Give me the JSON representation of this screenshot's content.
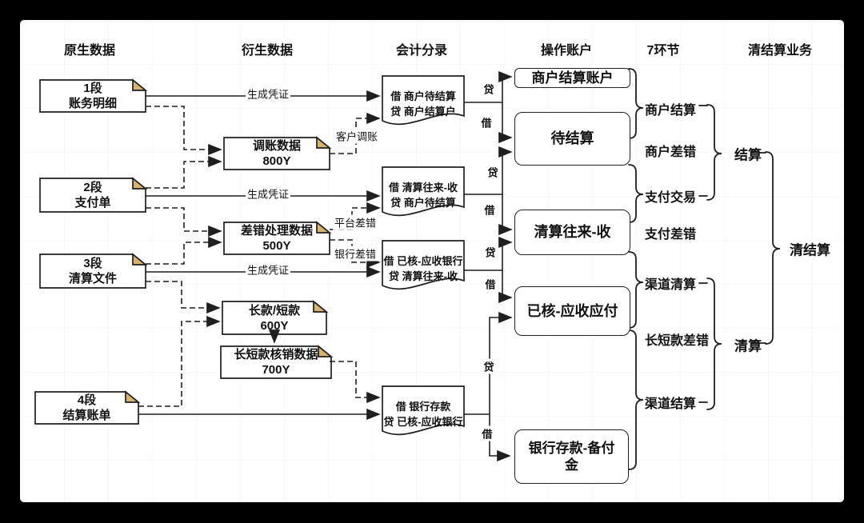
{
  "headers": [
    "原生数据",
    "衍生数据",
    "会计分录",
    "操作账户",
    "7环节",
    "清结算业务"
  ],
  "source_docs": [
    {
      "line1": "1段",
      "line2": "账务明细"
    },
    {
      "line1": "2段",
      "line2": "支付单"
    },
    {
      "line1": "3段",
      "line2": "清算文件"
    },
    {
      "line1": "4段",
      "line2": "结算账单"
    }
  ],
  "derived_docs": [
    {
      "line1": "调账数据",
      "line2": "800Y"
    },
    {
      "line1": "差错处理数据",
      "line2": "500Y"
    },
    {
      "line1": "长款/短款",
      "line2": "600Y"
    },
    {
      "line1": "长短款核销数据",
      "line2": "700Y"
    }
  ],
  "journal_entries": [
    {
      "debit_line": "借 商户待结算",
      "credit_line": "贷 商户结算户"
    },
    {
      "debit_line": "借 清算往来-收",
      "credit_line": "贷 商户待结算"
    },
    {
      "debit_line": "借 已核-应收银行",
      "credit_line": "贷 清算往来-收"
    },
    {
      "debit_line": "借 银行存款",
      "credit_line": "贷 已核-应收银行"
    }
  ],
  "accounts": [
    "商户结算账户",
    "待结算",
    "清算往来-收",
    "已核-应收应付",
    "银行存款-备付金"
  ],
  "flow_labels": {
    "voucher": "生成凭证",
    "customer_adjust": "客户调账",
    "platform_error": "平台差错",
    "bank_error": "银行差错",
    "debit": "借",
    "credit": "贷"
  },
  "steps": [
    "商户结算",
    "商户差错",
    "支付交易",
    "支付差错",
    "渠道清算",
    "长短款差错",
    "渠道结算"
  ],
  "business": {
    "settle": "结算",
    "clear": "清算",
    "clear_settle": "清结算"
  },
  "colors": {
    "background": "#000000",
    "canvas": "#ffffff",
    "line": "#1f1f1f",
    "fold": "#d8b26e"
  }
}
